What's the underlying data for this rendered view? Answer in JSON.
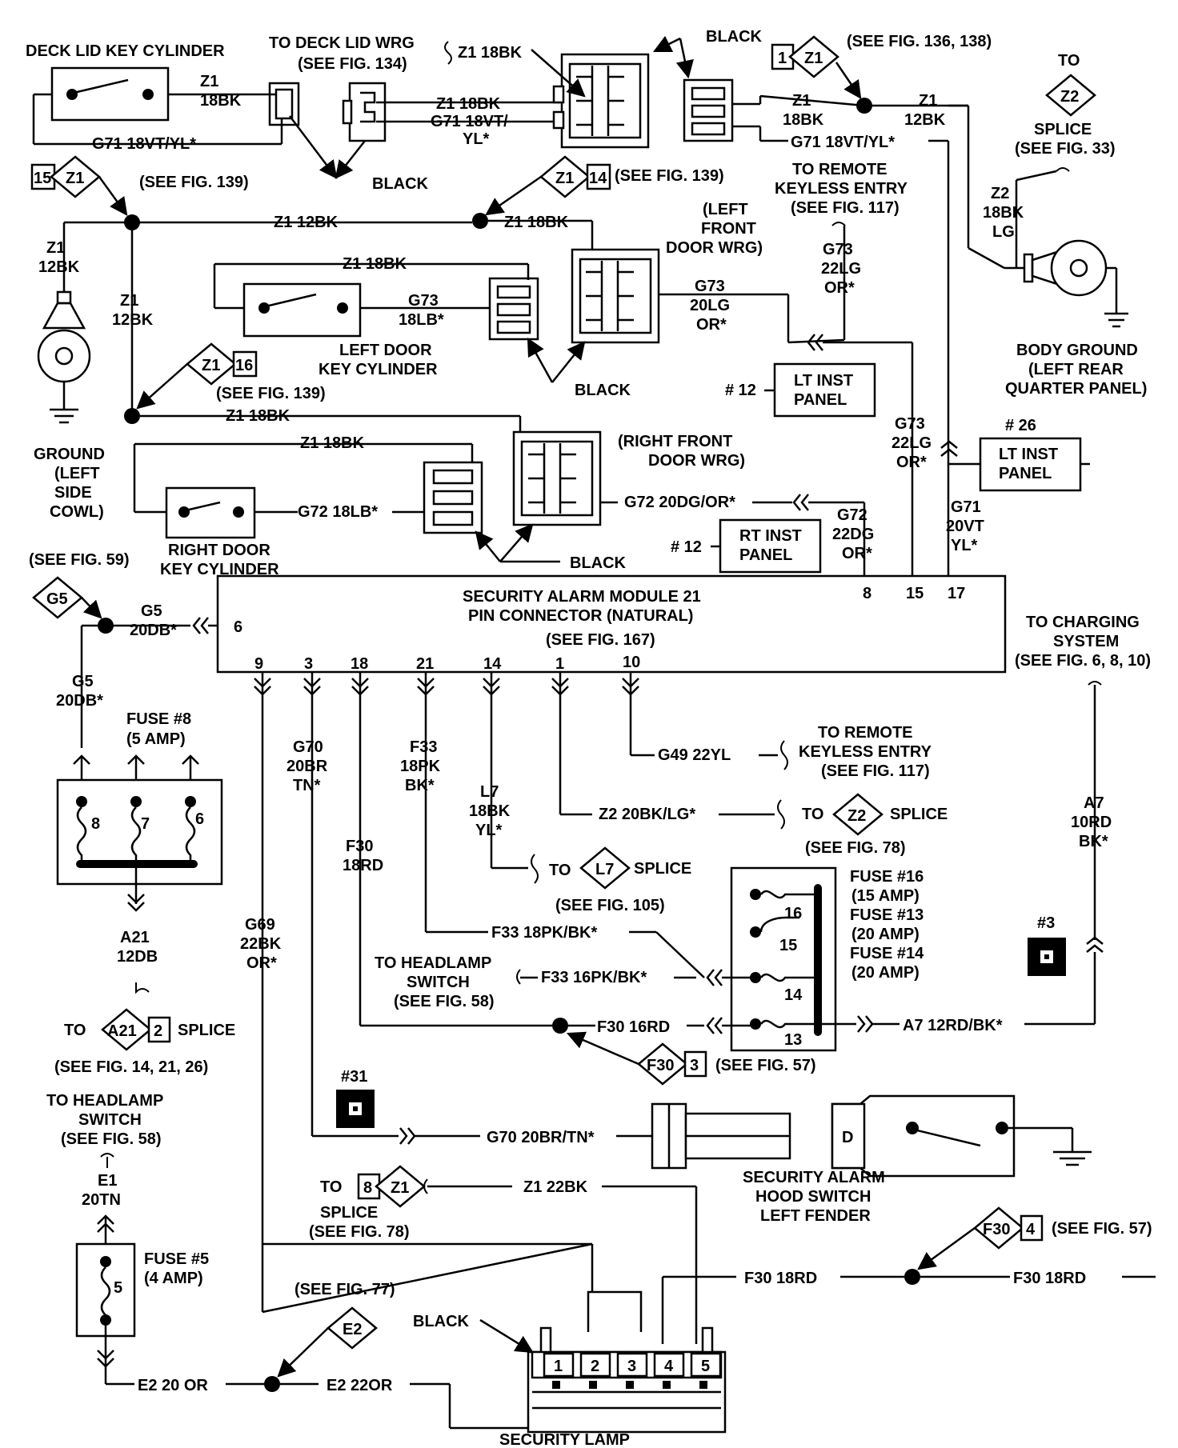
{
  "labels": {
    "deck_lid_key_cylinder": "DECK LID KEY CYLINDER",
    "to_deck_lid_wrg": "TO DECK LID WRG",
    "see_fig_134": "(SEE FIG. 134)",
    "z1_18bk": "Z1 18BK",
    "black": "BLACK",
    "z1": "Z1",
    "n18bk": "18BK",
    "n12bk": "12BK",
    "g71_18vt_yl": "G71 18VT/YL*",
    "g71_18vt_slash": "G71 18VT/",
    "yl_star": "YL*",
    "see_fig_136_138": "(SEE FIG. 136, 138)",
    "to": "TO",
    "splice": "SPLICE",
    "see_fig_33": "(SEE FIG. 33)",
    "z2": "Z2",
    "lg": "LG",
    "n15": "15",
    "n14": "14",
    "n16": "16",
    "see_fig_139": "(SEE FIG. 139)",
    "z1_12bk": "Z1   12BK",
    "to_remote": "TO REMOTE",
    "keyless_entry": "KEYLESS ENTRY",
    "see_fig_117": "(SEE FIG. 117)",
    "left": "(LEFT",
    "front": "FRONT",
    "door_wrg": "DOOR WRG)",
    "g73": "G73",
    "n22lg": "22LG",
    "or_star": "OR*",
    "n20lg": "20LG",
    "n18lb": "18LB*",
    "z1_18bk_sp": "Z1   18BK",
    "left_door": "LEFT DOOR",
    "key_cylinder": "KEY CYLINDER",
    "body_ground": "BODY GROUND",
    "left_rear": "(LEFT REAR",
    "quarter_panel": "QUARTER PANEL)",
    "num12": "# 12",
    "num26": "# 26",
    "lt_inst": "LT INST",
    "panel": "PANEL",
    "rt_inst": "RT INST",
    "ground": "GROUND",
    "left_paren": "(LEFT",
    "side": "SIDE",
    "cowl": "COWL)",
    "right_front": "(RIGHT FRONT",
    "door_wrg2": "DOOR WRG)",
    "g72_18lb": "G72 18LB*",
    "g72_20dg": "G72 20DG/OR*",
    "g72": "G72",
    "n22dg": "22DG",
    "right_door": "RIGHT DOOR",
    "g71": "G71",
    "n20vt": "20VT",
    "see_fig_59": "(SEE FIG. 59)",
    "g5": "G5",
    "n20db": "20DB*",
    "module_l1": "SECURITY ALARM MODULE 21",
    "module_l2": "PIN CONNECTOR (NATURAL)",
    "see_fig_167": "(SEE FIG. 167)",
    "to_charging": "TO CHARGING",
    "system": "SYSTEM",
    "see_fig_6_8_10": "(SEE FIG. 6, 8, 10)",
    "fuse8": "FUSE #8",
    "amp5": "(5 AMP)",
    "g70": "G70",
    "n20br": "20BR",
    "tn_star": "TN*",
    "f33": "F33",
    "n18pk": "18PK",
    "bk_star": "BK*",
    "l7": "L7",
    "n18bk_nostar": "18BK",
    "g49": "G49 22YL",
    "z2_20bklg": "Z2 20BK/LG*",
    "see_fig_78": "(SEE FIG. 78)",
    "see_fig_105": "(SEE FIG. 105)",
    "f30": "F30",
    "n18rd": "18RD",
    "a7": "A7",
    "n10rd": "10RD",
    "fuse16": "FUSE #16",
    "amp15": "(15 AMP)",
    "fuse13": "FUSE #13",
    "amp20": "(20 AMP)",
    "fuse14": "FUSE #14",
    "a21": "A21",
    "n12db": "12DB",
    "g69": "G69",
    "n22bk": "22BK",
    "f33_18pkbk": "F33 18PK/BK*",
    "f33_16pkbk": "F33 16PK/BK*",
    "to_headlamp": "TO HEADLAMP",
    "switch": "SWITCH",
    "see_fig_58": "(SEE FIG. 58)",
    "num3": "#3",
    "f30_16rd": "F30 16RD",
    "a7_12rdbk": "A7 12RD/BK*",
    "see_fig_14": "(SEE FIG. 14, 21, 26)",
    "see_fig_57": "(SEE FIG. 57)",
    "num31": "#31",
    "g70_20brtn": "G70 20BR/TN*",
    "e1": "E1",
    "n20tn": "20TN",
    "z1_22bk": "Z1 22BK",
    "sec_alarm": "SECURITY ALARM",
    "hood_switch": "HOOD SWITCH",
    "left_fender": "LEFT FENDER",
    "splice_cap": "SPLICE",
    "see_fig_78b": "(SEE FIG. 78)",
    "fuse5": "FUSE #5",
    "amp4": "(4 AMP)",
    "f30_18rd": "F30 18RD",
    "see_fig_77": "(SEE FIG. 77)",
    "e2": "E2",
    "e2_20or": "E2 20 OR",
    "e2_22or": "E2 22OR",
    "security_lamp": "SECURITY LAMP",
    "pins": [
      "6",
      "9",
      "3",
      "18",
      "21",
      "14",
      "1",
      "10",
      "8",
      "15",
      "17"
    ],
    "fuse8_pins": [
      "8",
      "7",
      "6"
    ],
    "fuseblock_pins": [
      "16",
      "15",
      "14",
      "13"
    ],
    "lamp_pins": [
      "1",
      "2",
      "3",
      "4",
      "5"
    ],
    "fuse5_pin": "5",
    "n1": "1",
    "n2": "2",
    "n3": "3",
    "n4": "4",
    "n8": "8",
    "d": "D"
  }
}
